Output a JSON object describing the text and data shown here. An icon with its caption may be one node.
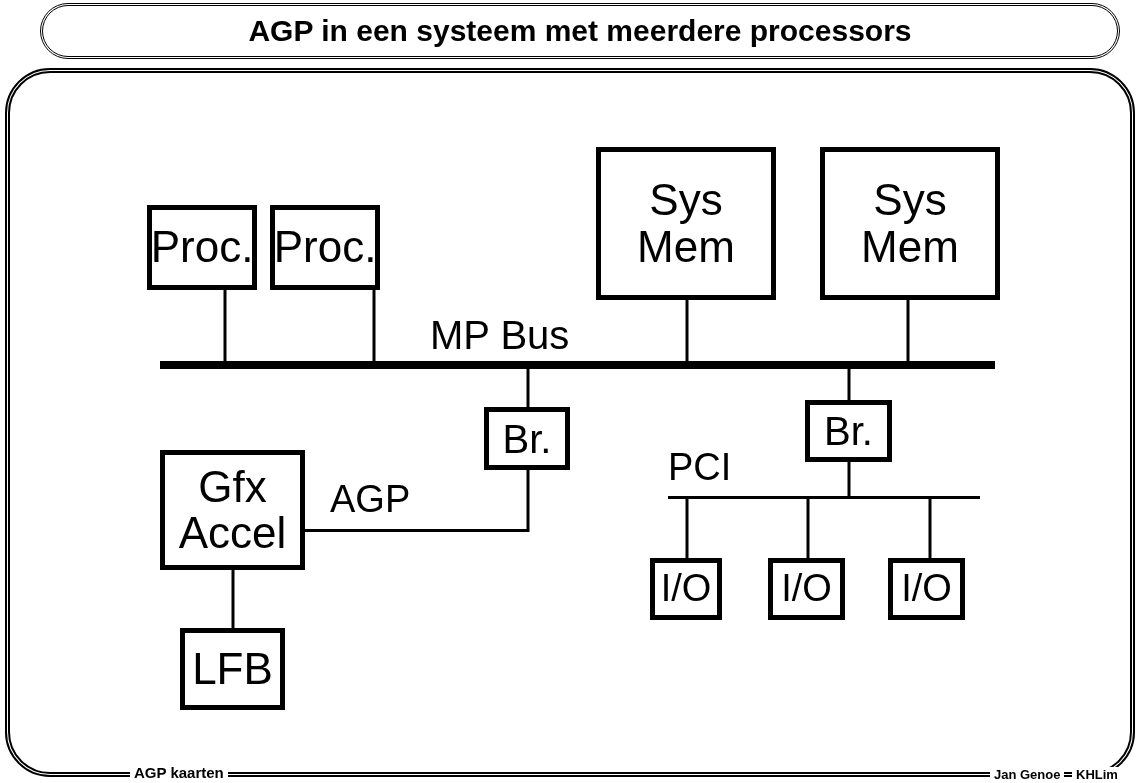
{
  "diagram": {
    "title": "AGP in een systeem met meerdere processors",
    "nodes": [
      {
        "text": [
          "Proc."
        ]
      },
      {
        "text": [
          "Proc."
        ]
      },
      {
        "text": [
          "Sys Mem"
        ]
      },
      {
        "text": [
          "Sys Mem"
        ]
      },
      {
        "text": [
          "MP Bus"
        ]
      },
      {
        "text": [
          "Br."
        ]
      },
      {
        "text": [
          "Br."
        ]
      },
      {
        "text": [
          "Gfx Accel"
        ]
      },
      {
        "text": [
          "PCI"
        ]
      },
      {
        "text": [
          "I/O"
        ]
      },
      {
        "text": [
          "I/O"
        ]
      },
      {
        "text": [
          "I/O"
        ]
      },
      {
        "text": [
          "LFB"
        ]
      }
    ],
    "edges": [
      {
        "from": 0,
        "to": 4,
        "arrow": "none"
      },
      {
        "from": 1,
        "to": 4,
        "arrow": "none"
      },
      {
        "from": 2,
        "to": 4,
        "arrow": "none"
      },
      {
        "from": 3,
        "to": 4,
        "arrow": "none"
      },
      {
        "from": 4,
        "to": 5,
        "arrow": "none"
      },
      {
        "from": 4,
        "to": 6,
        "arrow": "none"
      },
      {
        "from": 5,
        "to": 7,
        "arrow": "none",
        "label": "AGP"
      },
      {
        "from": 6,
        "to": 8,
        "arrow": "none"
      },
      {
        "from": 8,
        "to": 9,
        "arrow": "none"
      },
      {
        "from": 8,
        "to": 10,
        "arrow": "none"
      },
      {
        "from": 8,
        "to": 11,
        "arrow": "none"
      },
      {
        "from": 7,
        "to": 12,
        "arrow": "none"
      }
    ],
    "labels": [
      "AGP kaarten",
      "Jan Genoe",
      "KHLim"
    ]
  }
}
